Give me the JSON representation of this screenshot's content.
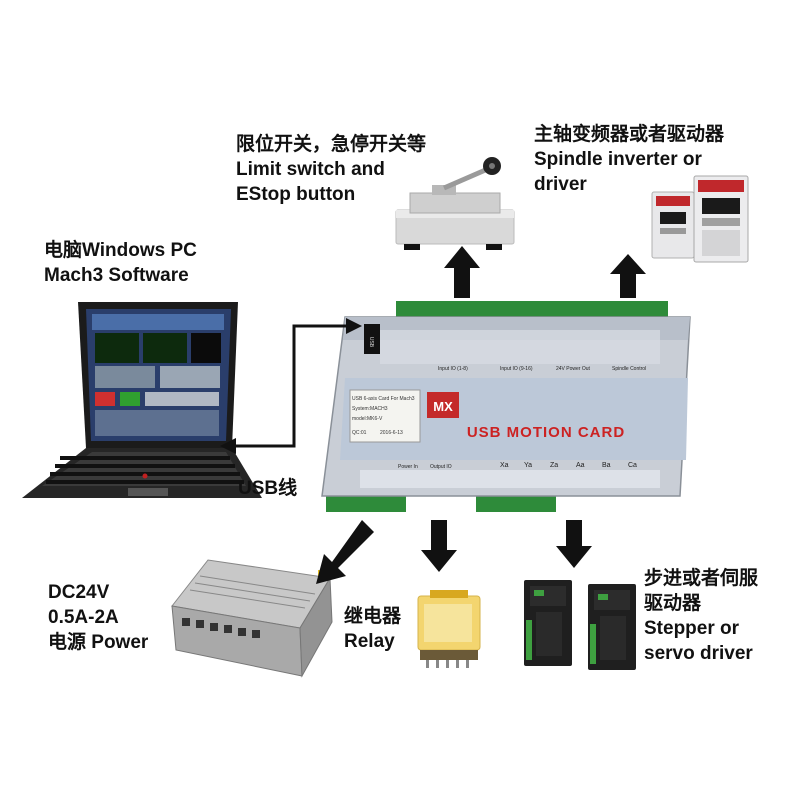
{
  "labels": {
    "limit_switch": {
      "zh": "限位开关，急停开关等",
      "en1": "Limit switch and",
      "en2": "EStop button"
    },
    "spindle": {
      "zh": "主轴变频器或者驱动器",
      "en1": "Spindle inverter or",
      "en2": "driver"
    },
    "pc": {
      "line1": "电脑Windows PC",
      "line2": "Mach3 Software"
    },
    "usb": "USB线",
    "power": {
      "line1": "DC24V",
      "line2": "0.5A-2A",
      "line3": "电源 Power"
    },
    "relay": {
      "zh": "继电器",
      "en": "Relay"
    },
    "stepper": {
      "zh1": "步进或者伺服",
      "zh2": "驱动器",
      "en1": "Stepper or",
      "en2": "servo driver"
    }
  },
  "card": {
    "title": "USB MOTION CARD",
    "logo": "MX",
    "info_line1": "USB 6-axis Card For Mach3",
    "info_line2": "System:MACH3",
    "info_line3": "model:MK6-V",
    "info_qc": "QC:01",
    "info_date": "2016-6-13",
    "usb_port": "USB",
    "axes": [
      "Xa",
      "Ya",
      "Za",
      "Aa",
      "Ba",
      "Ca"
    ],
    "top_groups": [
      "Input IO (1-8)",
      "Input IO (9-16)",
      "24V Power Out",
      "Spindle Control"
    ],
    "bottom_groups": [
      "Power In",
      "Output IO"
    ]
  },
  "colors": {
    "arrow": "#111111",
    "card": "#c9ced6",
    "terminal": "#2e8b3a",
    "title": "#cc2222"
  }
}
